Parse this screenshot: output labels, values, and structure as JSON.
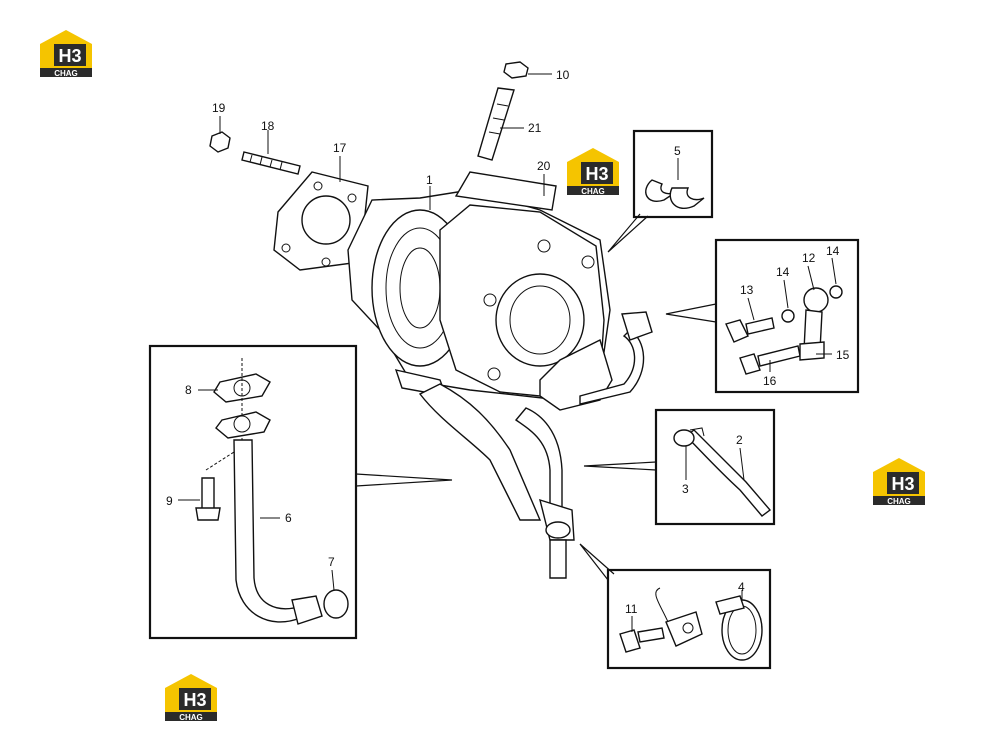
{
  "brand": {
    "logo_main": "H3",
    "logo_sub": "CHAG",
    "color_yellow": "#f5c400",
    "color_dark": "#2b2b2b"
  },
  "callouts": {
    "c1": "1",
    "c2": "2",
    "c3": "3",
    "c4": "4",
    "c5": "5",
    "c6": "6",
    "c7": "7",
    "c8": "8",
    "c9": "9",
    "c10": "10",
    "c11": "11",
    "c12": "12",
    "c13": "13",
    "c14a": "14",
    "c14b": "14",
    "c15": "15",
    "c16": "16",
    "c17": "17",
    "c18": "18",
    "c19": "19",
    "c20": "20",
    "c21": "21"
  }
}
